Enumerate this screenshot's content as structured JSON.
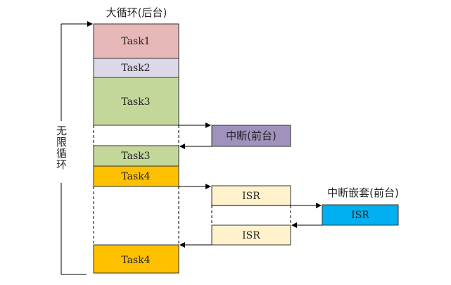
{
  "title_background": "大循环(后台)",
  "loop_label": "无限循环",
  "interrupt_label": "中断(前台)",
  "nested_label": "中断嵌套(前台)",
  "blocks": {
    "task1": {
      "label": "Task1",
      "color": "#e6b8b7"
    },
    "task2": {
      "label": "Task2",
      "color": "#dcd8e8"
    },
    "task3a": {
      "label": "Task3",
      "color": "#c4d79b"
    },
    "task3b": {
      "label": "Task3",
      "color": "#c4d79b"
    },
    "task4a": {
      "label": "Task4",
      "color": "#ffc000"
    },
    "task4b": {
      "label": "Task4",
      "color": "#ffc000"
    },
    "interrupt": {
      "color": "#a092bc"
    },
    "isr1": {
      "label": "ISR",
      "color": "#fff2cc"
    },
    "isr2": {
      "label": "ISR",
      "color": "#fff2cc"
    },
    "isr_nested": {
      "label": "ISR",
      "color": "#00b0f0"
    }
  }
}
